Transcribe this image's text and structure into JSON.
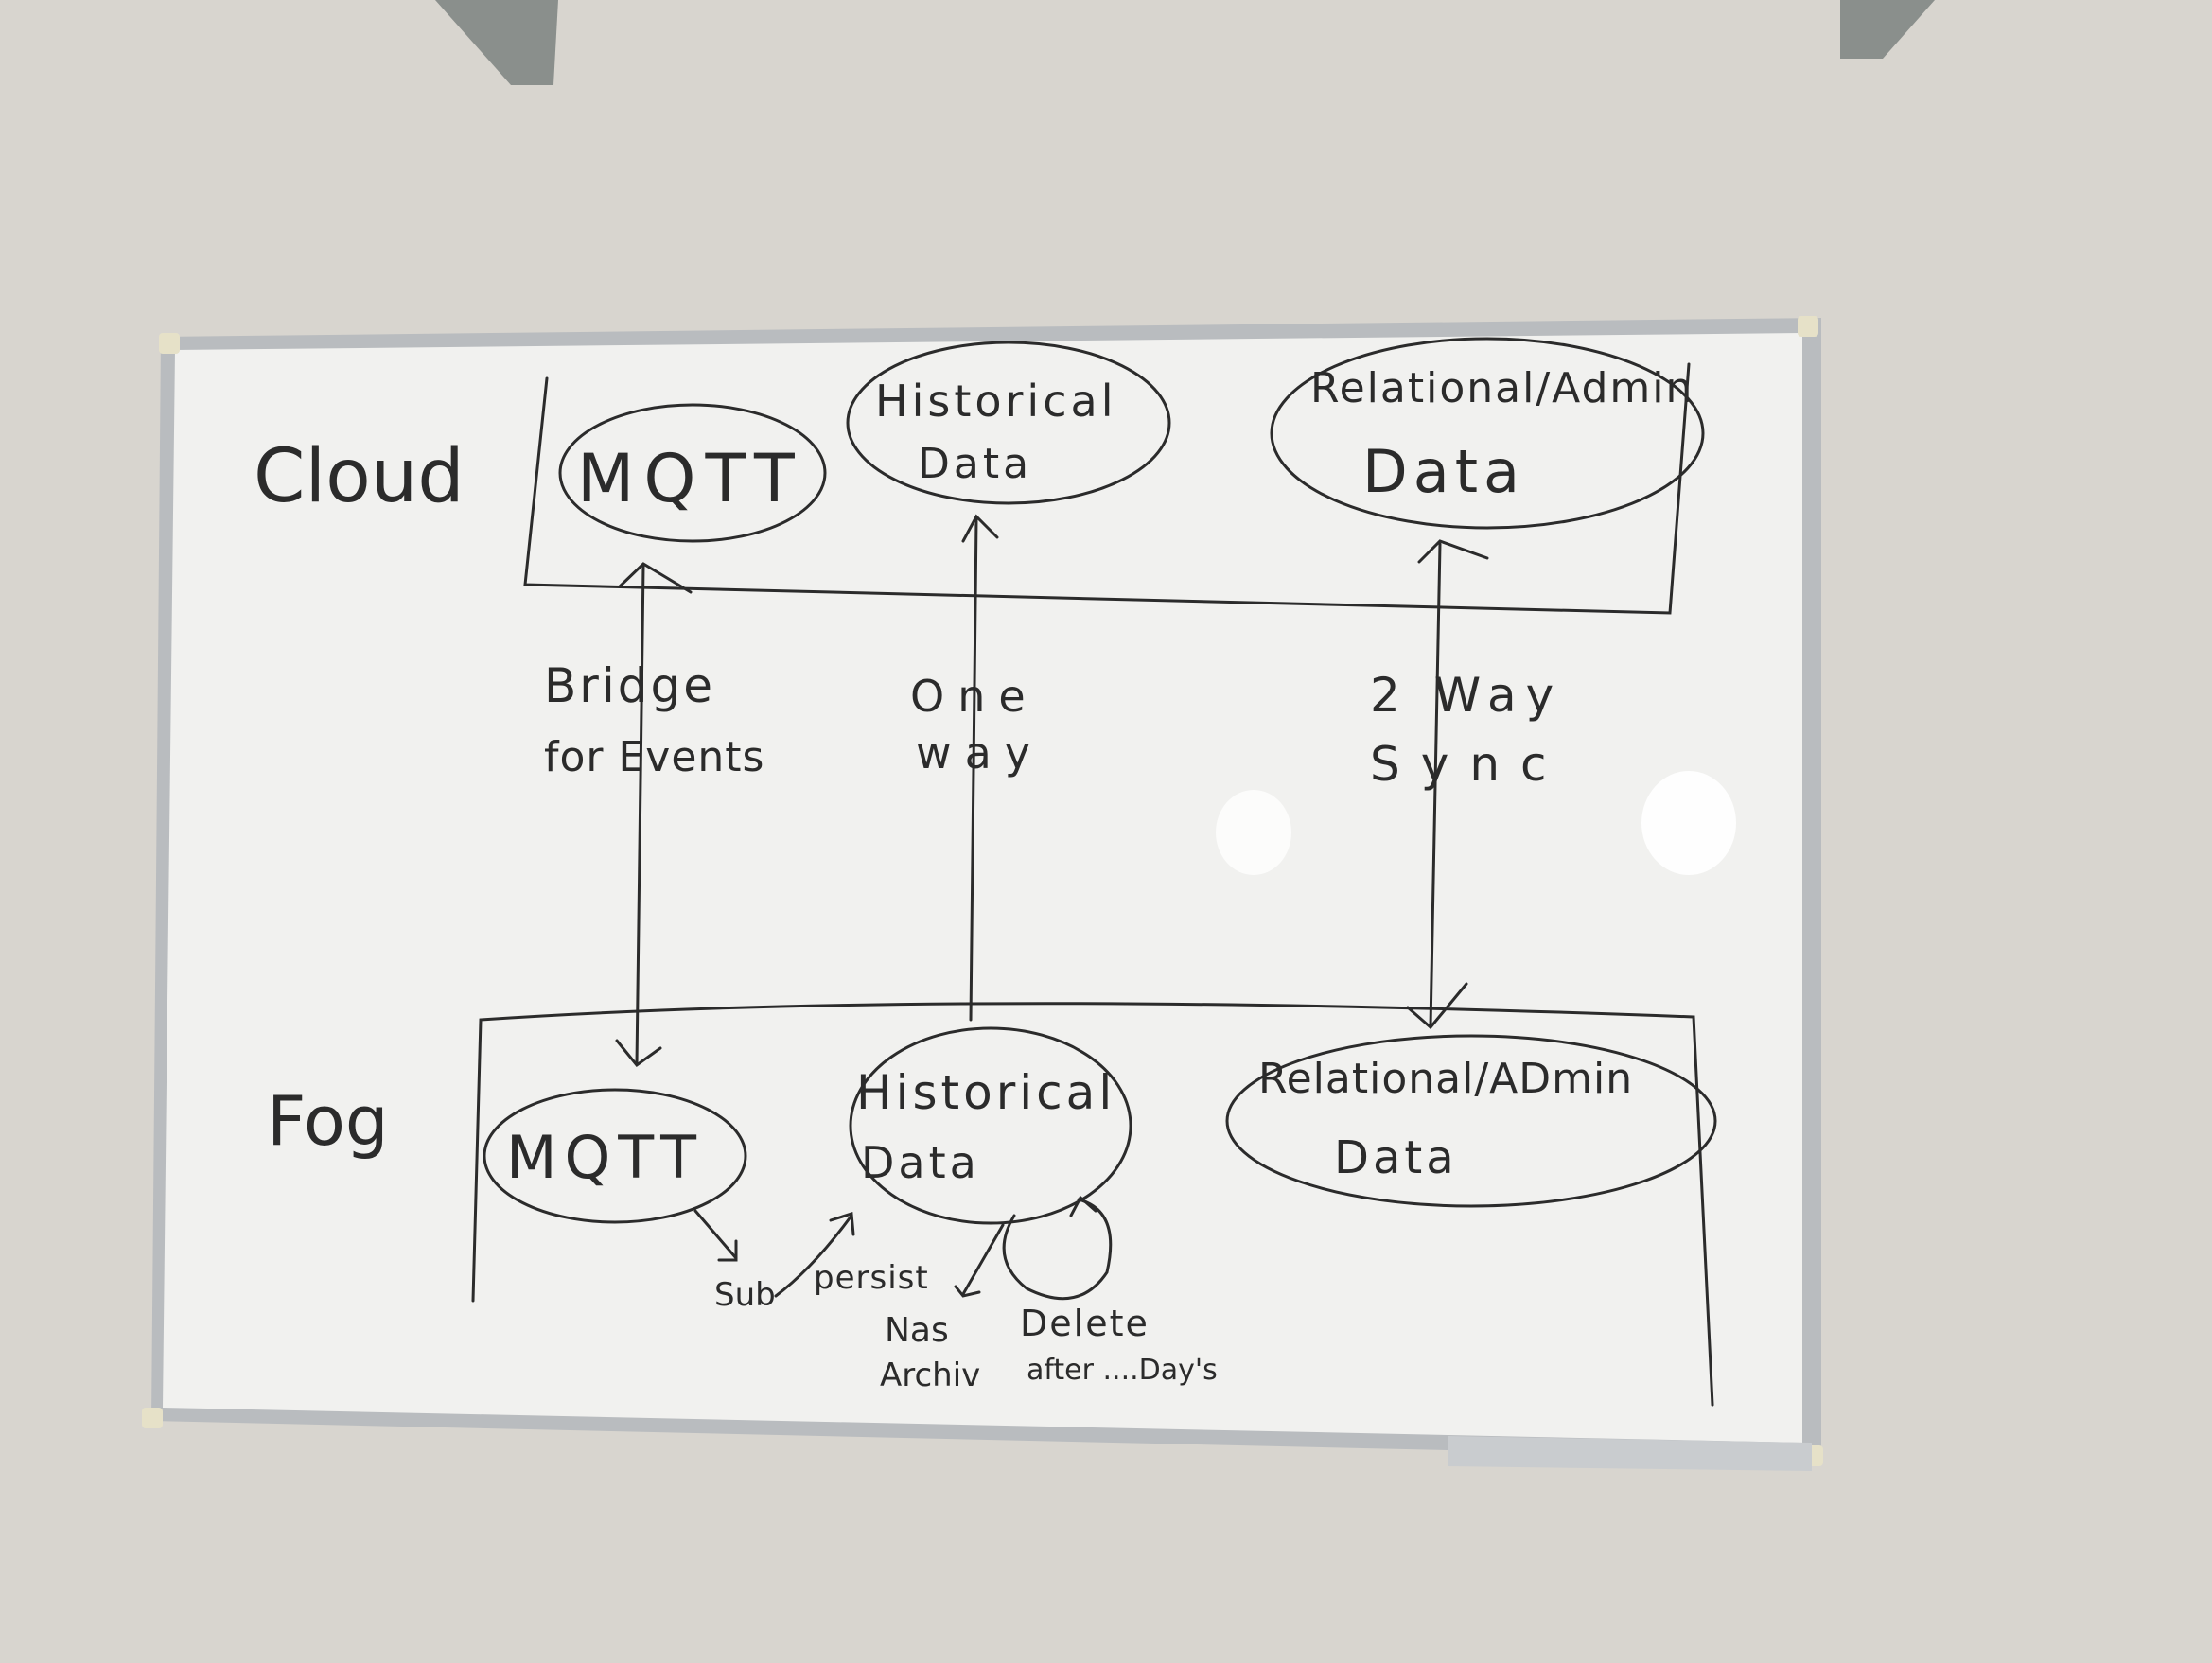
{
  "colors": {
    "wall": "#d8d5cf",
    "board": "#f1f1ef",
    "frame": "#b9bcbf",
    "ink": "#2b2b2b"
  },
  "zones": {
    "cloud": "Cloud",
    "fog": "Fog"
  },
  "cloud_nodes": {
    "mqtt": [
      "MQTT"
    ],
    "historical": [
      "Historical",
      "Data"
    ],
    "relational": [
      "Relational/Admin",
      "Data"
    ]
  },
  "fog_nodes": {
    "mqtt": [
      "MQTT"
    ],
    "historical": [
      "Historical",
      "Data"
    ],
    "relational": [
      "Relational/ADmin",
      "Data"
    ]
  },
  "links": {
    "bridge": [
      "Bridge",
      "for Events"
    ],
    "one_way": [
      "One",
      "way"
    ],
    "sync": [
      "2 Way",
      "Sync"
    ]
  },
  "fog_actions": {
    "sub": "Sub",
    "persist": "persist",
    "nas_archiv": [
      "Nas",
      "Archiv"
    ],
    "delete_after": [
      "Delete",
      "after ....Day's"
    ]
  }
}
